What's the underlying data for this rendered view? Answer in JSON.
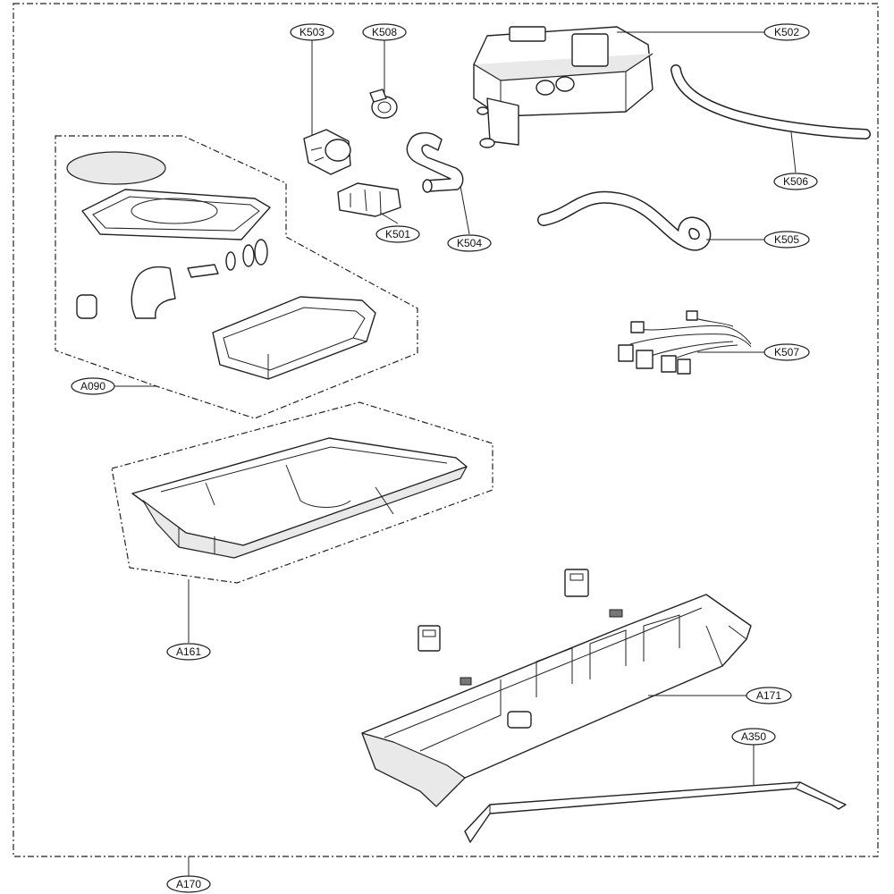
{
  "diagram": {
    "labels": {
      "k503": "K503",
      "k508": "K508",
      "k502": "K502",
      "k506": "K506",
      "k501": "K501",
      "k504": "K504",
      "k505": "K505",
      "k507": "K507",
      "a090": "A090",
      "a161": "A161",
      "a171": "A171",
      "a350": "A350",
      "a170": "A170"
    }
  }
}
